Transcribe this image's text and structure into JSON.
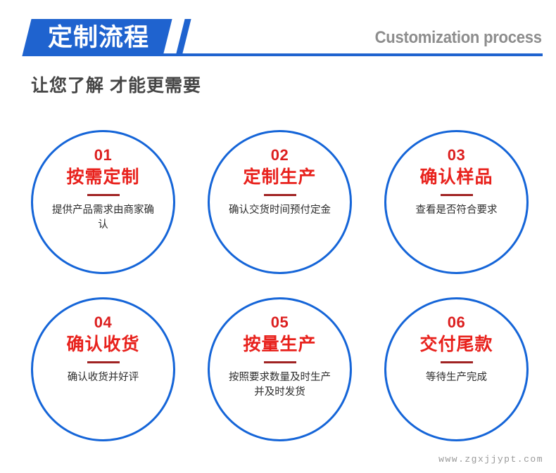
{
  "header": {
    "tag_label": "定制流程",
    "english_label": "Customization process",
    "subtitle": "让您了解 才能更需要",
    "accent_color": "#1f63cf",
    "english_color": "#8d8d8d",
    "subtitle_color": "#454545"
  },
  "steps": [
    {
      "number": "01",
      "title": "按需定制",
      "description": "提供产品需求由商家确认"
    },
    {
      "number": "02",
      "title": "定制生产",
      "description": "确认交货时间预付定金"
    },
    {
      "number": "03",
      "title": "确认样品",
      "description": "查看是否符合要求"
    },
    {
      "number": "04",
      "title": "确认收货",
      "description": "确认收货并好评"
    },
    {
      "number": "05",
      "title": "按量生产",
      "description": "按照要求数量及时生产并及时发货"
    },
    {
      "number": "06",
      "title": "交付尾款",
      "description": "等待生产完成"
    }
  ],
  "style": {
    "circle_border_color": "#1565d8",
    "number_color": "#dc1f1f",
    "title_color": "#e8211c",
    "divider_color": "#a02222",
    "description_color": "#2c2c2c"
  },
  "watermark": {
    "text": "www.zgxjjypt.com"
  }
}
